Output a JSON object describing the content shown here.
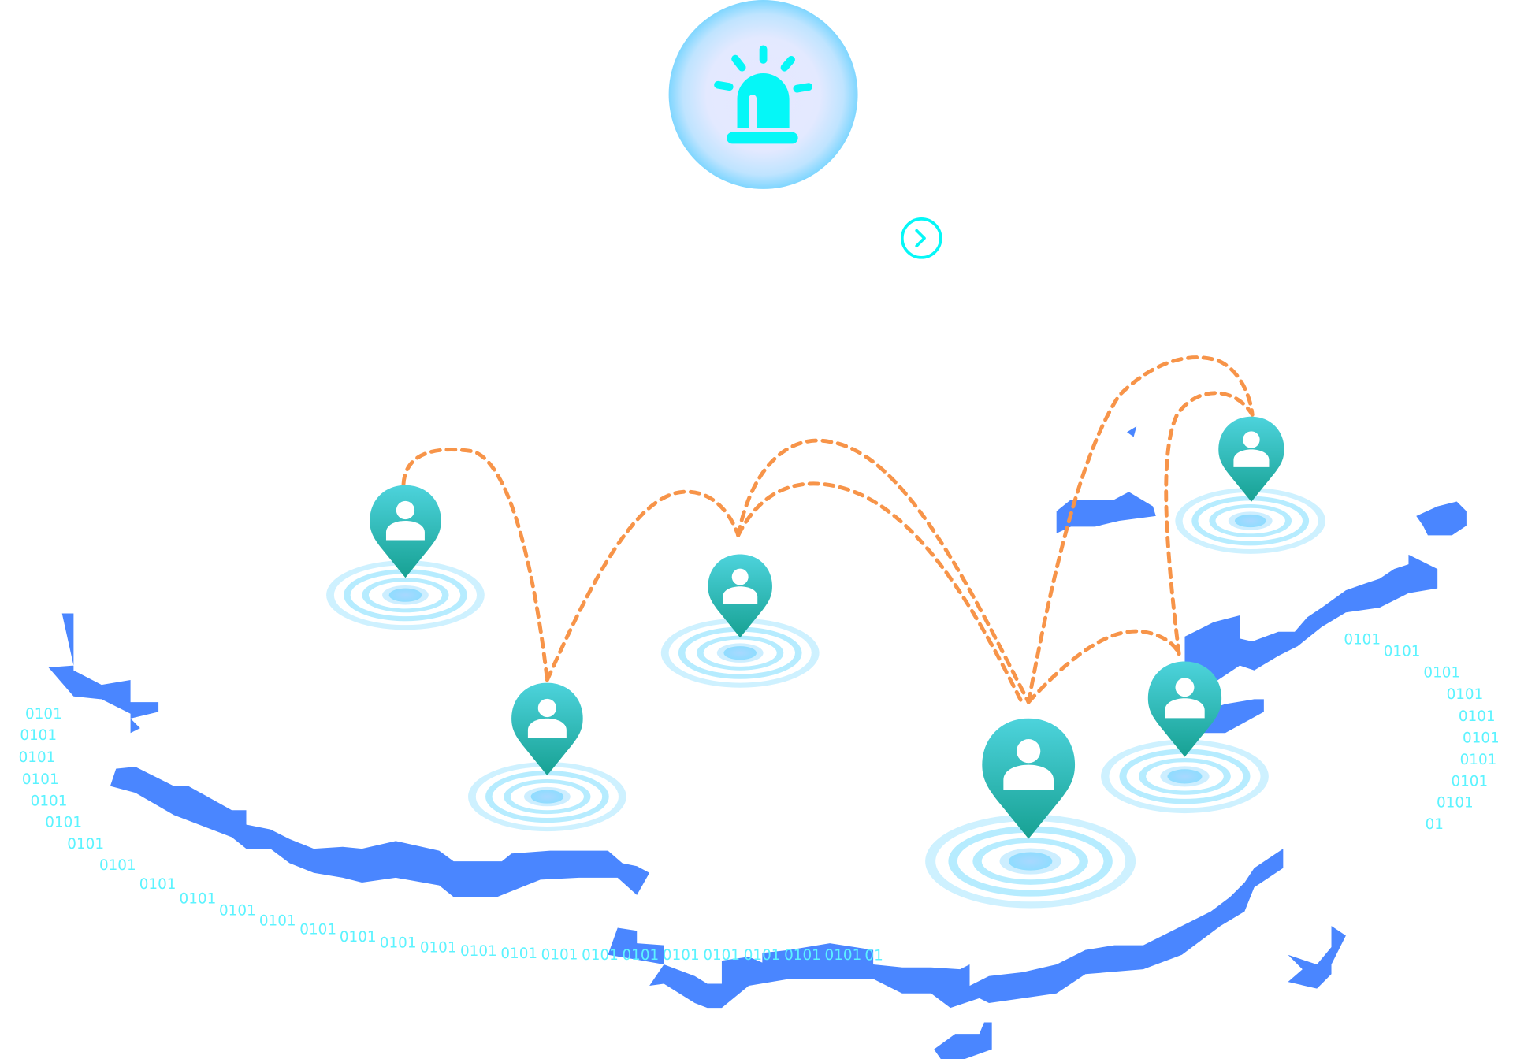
{
  "scene": {
    "alarm_icon": "siren-icon",
    "next_icon": "chevron-right-circle-icon",
    "binary_ring_text": "0101010101010101010101010101010101010101010101010101010101010101010101010101010101010101010101010101010101",
    "binary_ring_text_right": "01010101010101010101010101010101010101",
    "pin_count": 6
  },
  "colors": {
    "accent_cyan": "#05f7f7",
    "map_blue": "#4a86ff",
    "route_orange": "#f79449",
    "pin_top": "#4dd3dc",
    "pin_bottom": "#17a193",
    "ripple": "#a6e9ff"
  }
}
